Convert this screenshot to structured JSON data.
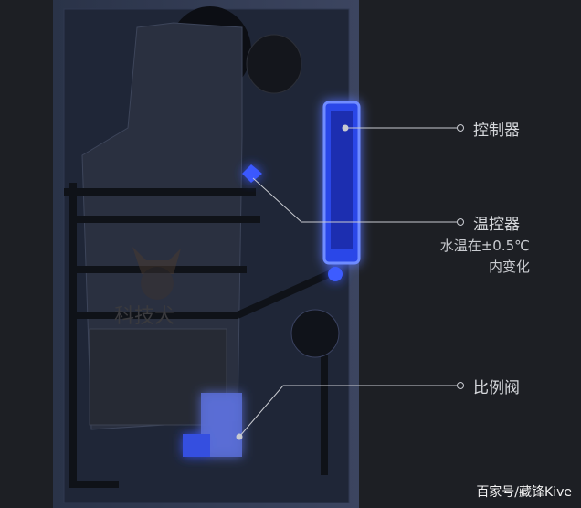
{
  "labels": {
    "controller": "控制器",
    "thermostat": "温控器",
    "thermostat_note_line1": "水温在±0.5℃",
    "thermostat_note_line2": "内变化",
    "proportional_valve": "比例阀"
  },
  "logo_watermark": "科技犬",
  "source_watermark": "百家号/藏锋Kive",
  "colors": {
    "background": "#1d1f24",
    "glow": "#3a5cff",
    "panel": "#202838"
  }
}
